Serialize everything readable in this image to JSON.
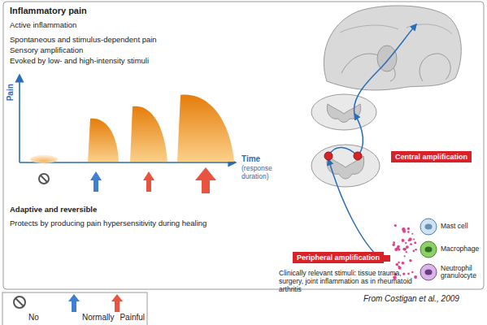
{
  "diagram": {
    "nodes": [
      {
        "text": [
          "Central amplification"
        ]
      },
      {
        "text": [
          "Peripheral amplification"
        ]
      },
      {
        "text": [
          "Mast cell"
        ]
      },
      {
        "text": [
          "Macrophage"
        ]
      },
      {
        "text": [
          "Neutrophil granulocyte"
        ]
      }
    ],
    "labels": [
      "Inflammatory pain",
      "Active inflammation",
      "Spontaneous and stimulus-dependent pain",
      "Sensory amplification",
      "Evoked by low- and high-intensity stimuli",
      "Pain",
      "Time",
      "(response duration)",
      "Adaptive and reversible",
      "Protects by producing pain hypersensitivity during healing",
      "Clinically relevant stimuli: tissue trauma, surgery, joint inflammation as in rheumatoid arthritis",
      "From Costigan et al., 2009"
    ],
    "legend": [
      {
        "text": "No"
      },
      {
        "text": "Normally"
      },
      {
        "text": "Painful"
      }
    ]
  }
}
